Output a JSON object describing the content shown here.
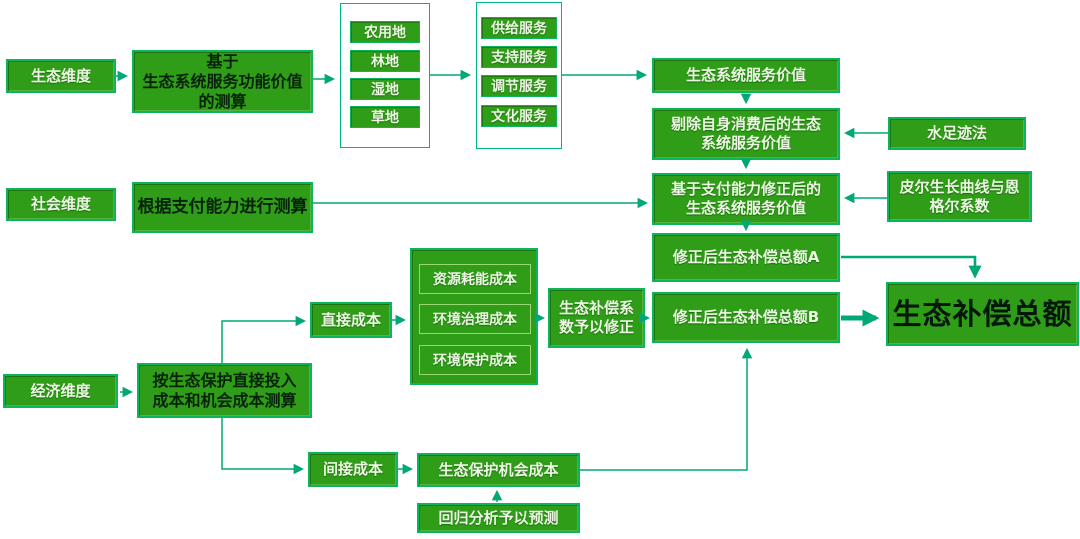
{
  "palette": {
    "box_fill": "#2f9d18",
    "box_border": "#0cb45c",
    "arrow": "#00a878",
    "box_text_light": "#edf6e3",
    "box_text_dark": "#06230a",
    "container_border": "#00b583",
    "background": "#ffffff"
  },
  "diagram": {
    "dimensions": {
      "eco": "生态维度",
      "social": "社会维度",
      "economic": "经济维度"
    },
    "methods": {
      "eco": "基于\n生态系统服务功能价值\n的测算",
      "social": "根据支付能力进行测算",
      "economic": "按生态保护直接投入\n成本和机会成本测算"
    },
    "land_types": [
      "农用地",
      "林地",
      "湿地",
      "草地"
    ],
    "services": [
      "供给服务",
      "支持服务",
      "调节服务",
      "文化服务"
    ],
    "value_chain": {
      "esv": "生态系统服务价值",
      "esv_net": "剔除自身消费后的生态\n系统服务价值",
      "esv_adjusted": "基于支付能力修正后的\n生态系统服务价值",
      "total_a": "修正后生态补偿总额A",
      "total_b": "修正后生态补偿总额B",
      "grand_total": "生态补偿总额"
    },
    "aux_methods": {
      "water_footprint": "水足迹法",
      "pearl_engel": "皮尔生长曲线与恩\n格尔系数",
      "coefficient": "生态补偿系\n数予以修正",
      "regression": "回归分析予以预测"
    },
    "costs": {
      "direct": "直接成本",
      "indirect": "间接成本",
      "direct_items": [
        "资源耗能成本",
        "环境治理成本",
        "环境保护成本"
      ],
      "opportunity": "生态保护机会成本"
    }
  }
}
